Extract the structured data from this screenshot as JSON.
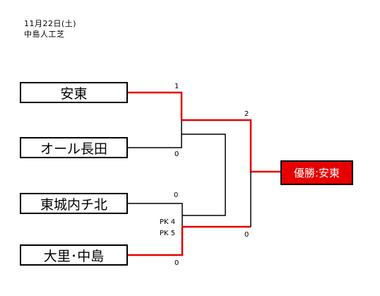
{
  "header": {
    "date": "11月22日(土)",
    "venue": "中島人工芝"
  },
  "teams": [
    "安東",
    "オール長田",
    "東城内チ北",
    "大里･中島"
  ],
  "winner_label": "優勝:安東",
  "scores": {
    "semi1_top": "1",
    "semi1_bottom": "0",
    "semi2_top": "0",
    "semi2_bottom": "0",
    "semi2_pk_top": "PK 4",
    "semi2_pk_bottom": "PK 5",
    "final_top": "2",
    "final_bottom": "0"
  },
  "colors": {
    "winner_path": "#e60000",
    "line": "#000000",
    "winner_box": "#e60000"
  }
}
